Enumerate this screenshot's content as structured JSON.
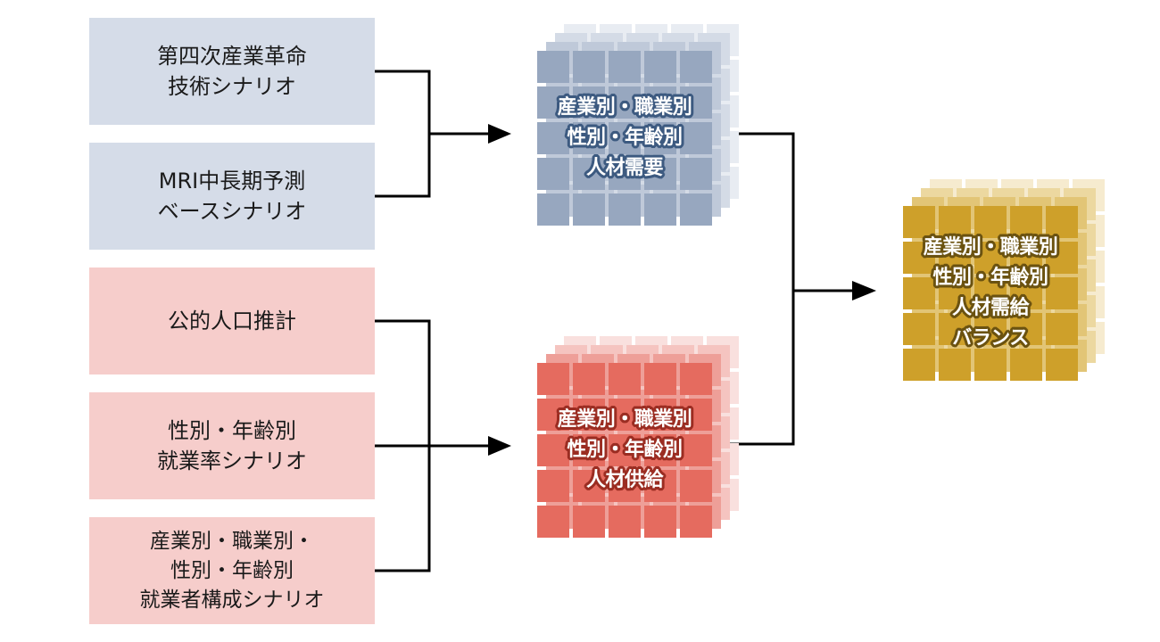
{
  "inputs": {
    "demand": [
      {
        "label": "第四次産業革命\n技術シナリオ"
      },
      {
        "label": "MRI中長期予測\nベースシナリオ"
      }
    ],
    "supply": [
      {
        "label": "公的人口推計"
      },
      {
        "label": "性別・年齢別\n就業率シナリオ"
      },
      {
        "label": "産業別・職業別・\n性別・年齢別\n就業者構成シナリオ"
      }
    ]
  },
  "outputs": {
    "demand": {
      "label": "産業別・職業別\n性別・年齢別\n人材需要"
    },
    "supply": {
      "label": "産業別・職業別\n性別・年齢別\n人材供給"
    },
    "balance": {
      "label": "産業別・職業別\n性別・年齢別\n人材需給\nバランス"
    }
  },
  "colors": {
    "demand_input_bg": "#d5dce8",
    "supply_input_bg": "#f6cdcb",
    "demand_layers": [
      "#e8ecf2",
      "#d4dbe6",
      "#bfc9d9",
      "#97a7bf"
    ],
    "demand_text_outline": "#3d5a80",
    "supply_layers": [
      "#f9e0de",
      "#f5c4c0",
      "#ee9f98",
      "#e56b5f"
    ],
    "supply_text_outline": "#9b2d22",
    "balance_layers": [
      "#f6ebcf",
      "#ecd8a0",
      "#e2c576",
      "#cea02a"
    ],
    "balance_text_outline": "#6b5210",
    "connector": "#000000"
  }
}
